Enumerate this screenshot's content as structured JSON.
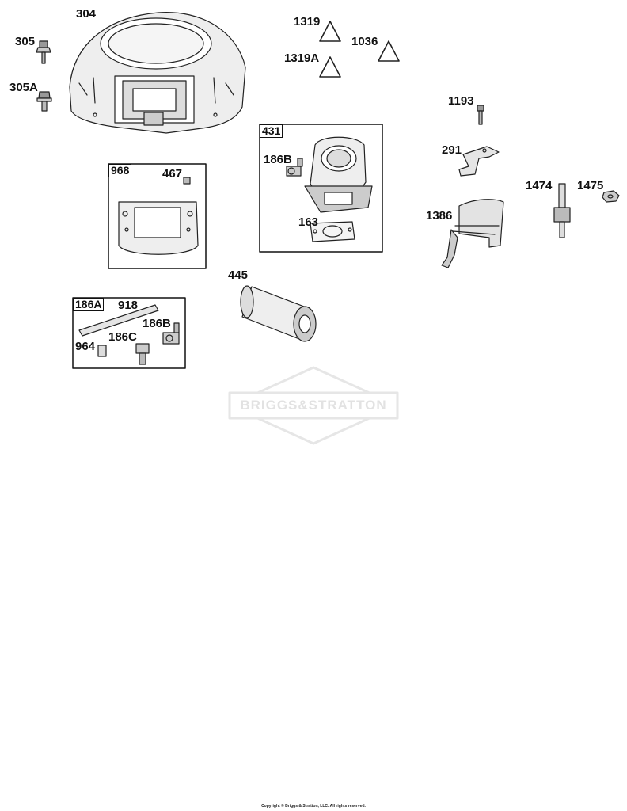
{
  "labels": {
    "p304": "304",
    "p305": "305",
    "p305A": "305A",
    "p1319": "1319",
    "p1319A": "1319A",
    "p1036": "1036",
    "p1193": "1193",
    "p291": "291",
    "p1474": "1474",
    "p1475": "1475",
    "p1386": "1386",
    "p468": "467",
    "p163": "163",
    "p186B_a": "186B",
    "p445": "445",
    "p918": "918",
    "p186B_b": "186B",
    "p186C": "186C",
    "p964": "964"
  },
  "boxes": {
    "b968": "968",
    "b431": "431",
    "b186A": "186A"
  },
  "watermark": "BRIGGS&STRATTON",
  "copyright": "Copyright © Briggs & Stratton, LLC. All rights reserved."
}
